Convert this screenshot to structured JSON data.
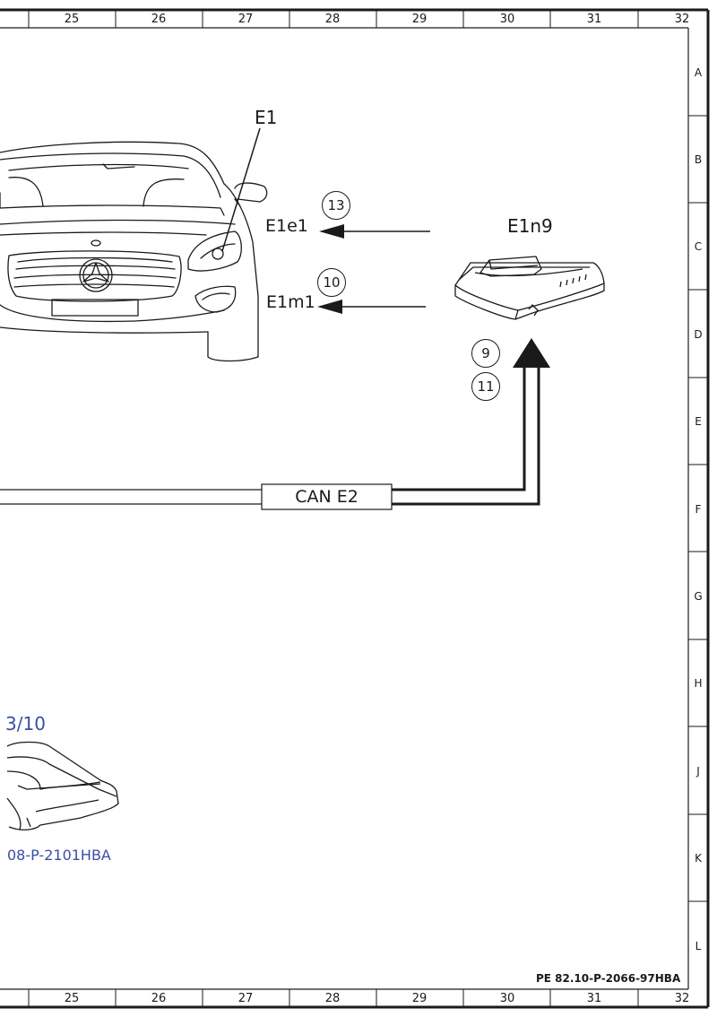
{
  "grid": {
    "columns": [
      "25",
      "26",
      "27",
      "28",
      "29",
      "30",
      "31",
      "32"
    ],
    "rows": [
      "A",
      "B",
      "C",
      "D",
      "E",
      "F",
      "G",
      "H",
      "J",
      "K",
      "L"
    ]
  },
  "labels": {
    "e1": "E1",
    "e1e1": "E1e1",
    "e1m1": "E1m1",
    "e1n9": "E1n9",
    "can": "CAN E2",
    "ref_partial": "3/10",
    "doc_partial": "08-P-2101HBA",
    "page_id": "PE 82.10-P-2066-97HBA"
  },
  "circles": {
    "c13": "13",
    "c10": "10",
    "c9": "9",
    "c11": "11"
  },
  "colors": {
    "line": "#1a1a1a",
    "link": "#3a4fa0"
  }
}
